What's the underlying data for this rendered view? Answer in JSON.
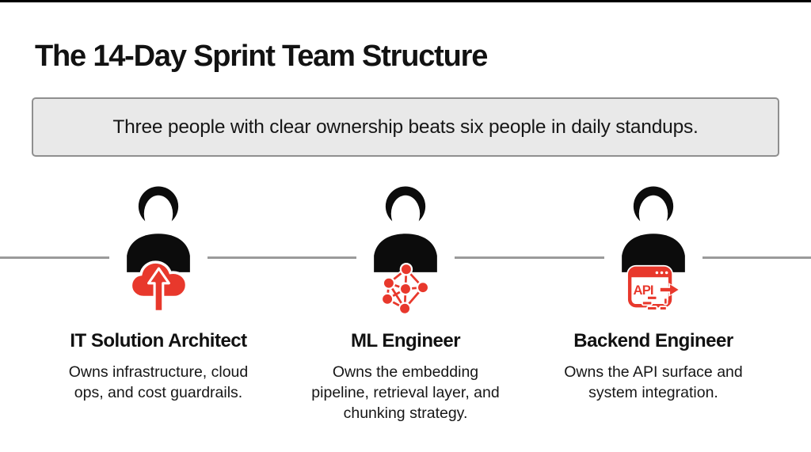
{
  "title": "The 14-Day Sprint Team Structure",
  "callout": "Three people with clear ownership beats six people in daily standups.",
  "colors": {
    "accent_red": "#e8382c",
    "silhouette_black": "#0c0c0c",
    "divider_gray": "#9b9b9b",
    "callout_bg": "#e9e9e9",
    "callout_border": "#8f8f8f",
    "top_strip_black": "#000000"
  },
  "roles": [
    {
      "title": "IT Solution Architect",
      "description": "Owns infrastructure, cloud ops, and cost guardrails.",
      "icon": "cloud-upload-icon"
    },
    {
      "title": "ML Engineer",
      "description": "Owns the embedding pipeline, retrieval layer, and chunking strategy.",
      "icon": "network-graph-icon"
    },
    {
      "title": "Backend Engineer",
      "description": "Owns the API surface and system integration.",
      "icon": "api-window-icon",
      "icon_label": "API"
    }
  ]
}
